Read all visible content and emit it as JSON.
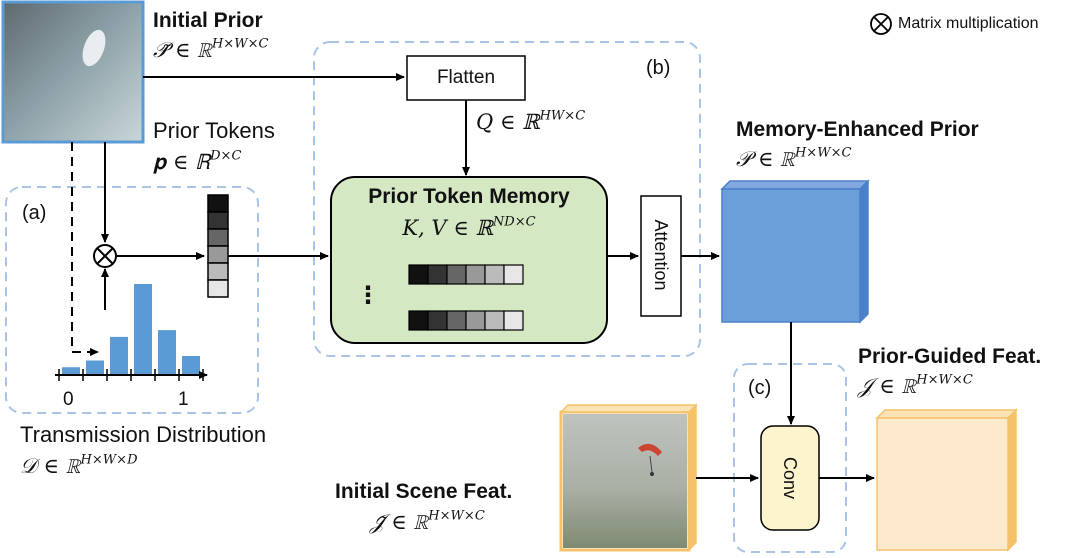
{
  "legend": {
    "symbol": "⊗",
    "text": "Matrix multiplication"
  },
  "initial_prior": {
    "title": "Initial Prior",
    "math_left": "𝒫̃ ∈ ℝ",
    "math_sup": "H×W×C"
  },
  "prior_tokens": {
    "title": "Prior Tokens",
    "math_left": "𝐩 ∈ ℝ",
    "math_sup": "D×C"
  },
  "labels": {
    "a": "(a)",
    "b": "(b)",
    "c": "(c)"
  },
  "flatten": {
    "label": "Flatten"
  },
  "query": {
    "math_left": "Q ∈ ℝ",
    "math_sup": "HW×C"
  },
  "memory": {
    "title": "Prior Token Memory",
    "math_left": "K, V ∈ ℝ",
    "math_sup": "ND×C",
    "dots": "⋮"
  },
  "attention": {
    "label": "Attention"
  },
  "enhanced": {
    "title": "Memory-Enhanced Prior",
    "math_left": "𝒫 ∈ ℝ",
    "math_sup": "H×W×C"
  },
  "guided": {
    "title": "Prior-Guided Feat.",
    "math_left": "𝒥 ∈ ℝ",
    "math_sup": "H×W×C"
  },
  "scene": {
    "title": "Initial Scene Feat.",
    "math_left": "𝒥̃ ∈ ℝ",
    "math_sup": "H×W×C"
  },
  "transmission": {
    "title": "Transmission Distribution",
    "math_left": "𝒟 ∈ ℝ",
    "math_sup": "H×W×D"
  },
  "conv": {
    "label": "Conv"
  },
  "multiply": {
    "symbol": "⊗"
  },
  "histogram": {
    "tick_0": "0",
    "tick_1": "1",
    "values": [
      0.06,
      0.12,
      0.33,
      0.8,
      0.39,
      0.16
    ]
  },
  "colors": {
    "blue": "#5b9bd5",
    "green": "#d5e8c4",
    "orange": "#fde9cc",
    "dash": "#a9c4e4",
    "yellow": "#fdf3cc"
  }
}
